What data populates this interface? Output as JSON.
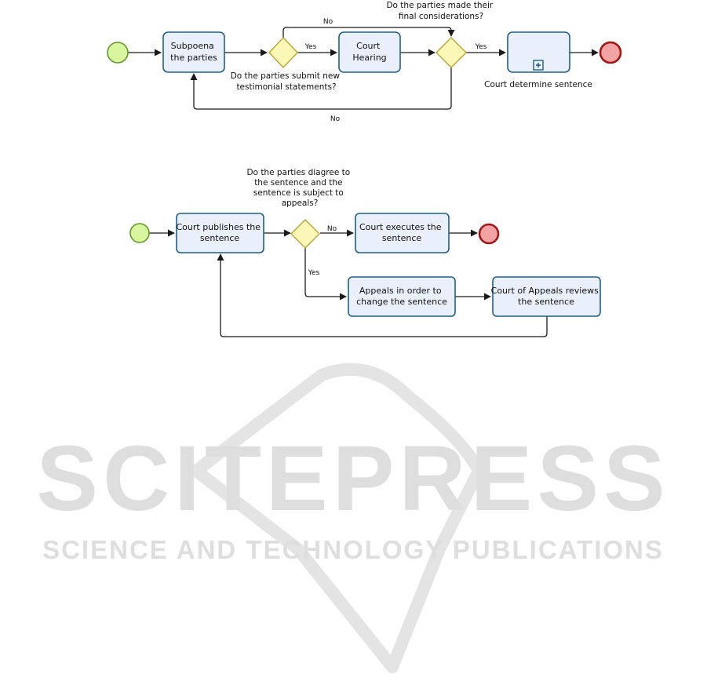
{
  "watermark": {
    "title": "SCITEPRESS",
    "subtitle": "SCIENCE AND TECHNOLOGY PUBLICATIONS",
    "color": "#dedede"
  },
  "diagram1": {
    "task_subpoena": [
      "Subpoena",
      "the parties"
    ],
    "task_hearing": [
      "Court",
      "Hearing"
    ],
    "subprocess_label": "Court determine sentence",
    "gateway1_question": [
      "Do the parties submit new",
      "testimonial statements?"
    ],
    "gateway2_question": [
      "Do the parties made their",
      "final considerations?"
    ],
    "label_yes_1": "Yes",
    "label_no_top": "No",
    "label_yes_2": "Yes",
    "label_no_bottom": "No",
    "subprocess_marker": "+"
  },
  "diagram2": {
    "task_publish": [
      "Court publishes the",
      "sentence"
    ],
    "task_execute": [
      "Court executes the",
      "sentence"
    ],
    "task_appeal": [
      "Appeals in order to",
      "change the sentence"
    ],
    "task_review": [
      "Court of Appeals reviews",
      "the sentence"
    ],
    "gateway_question": [
      "Do the parties diagree to",
      "the sentence and the",
      "sentence is subject to",
      "appeals?"
    ],
    "label_no": "No",
    "label_yes": "Yes"
  },
  "colors": {
    "task_fill": "#eaf0fb",
    "task_stroke": "#1f5f8e",
    "start_fill": "#d9f59e",
    "end_fill": "#f2a3a3",
    "gateway_fill": "#fbf7b6"
  }
}
